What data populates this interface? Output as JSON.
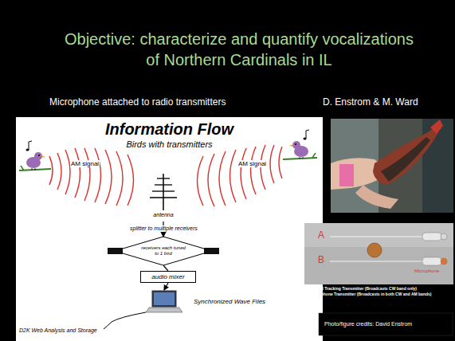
{
  "diagram": {
    "title": "Objective: characterize and quantify vocalizations of Northern Cardinals in IL",
    "nodes": [
      {
        "text": [
          "antenna"
        ]
      },
      {
        "text": [
          "receivers each tuned to 1 bird"
        ]
      },
      {
        "text": [
          "audio mixer"
        ]
      },
      {
        "text": [
          "Synchronized Wave Files"
        ]
      }
    ],
    "edges": [
      {
        "from": 0,
        "to": 1,
        "arrow": "to",
        "label": "splitter to multiple receivers"
      },
      {
        "from": 1,
        "to": 2,
        "arrow": "none"
      },
      {
        "from": 2,
        "to": 3,
        "arrow": "to"
      }
    ],
    "labels": [
      "Microphone attached to radio transmitters",
      "D. Enstrom & M. Ward",
      "Information Flow",
      "Birds with transmitters",
      "AM signal",
      "AM signal",
      "D2K Web Analysis and Storage",
      "A",
      "B",
      "Microphone",
      "A. Pulsed Tracking Transmitter (Broadcasts CW band only)",
      "B. Microphone Transmitter (Broadcasts in both CW and AM bands)",
      "Photo/figure credits: David Enstrom"
    ]
  }
}
